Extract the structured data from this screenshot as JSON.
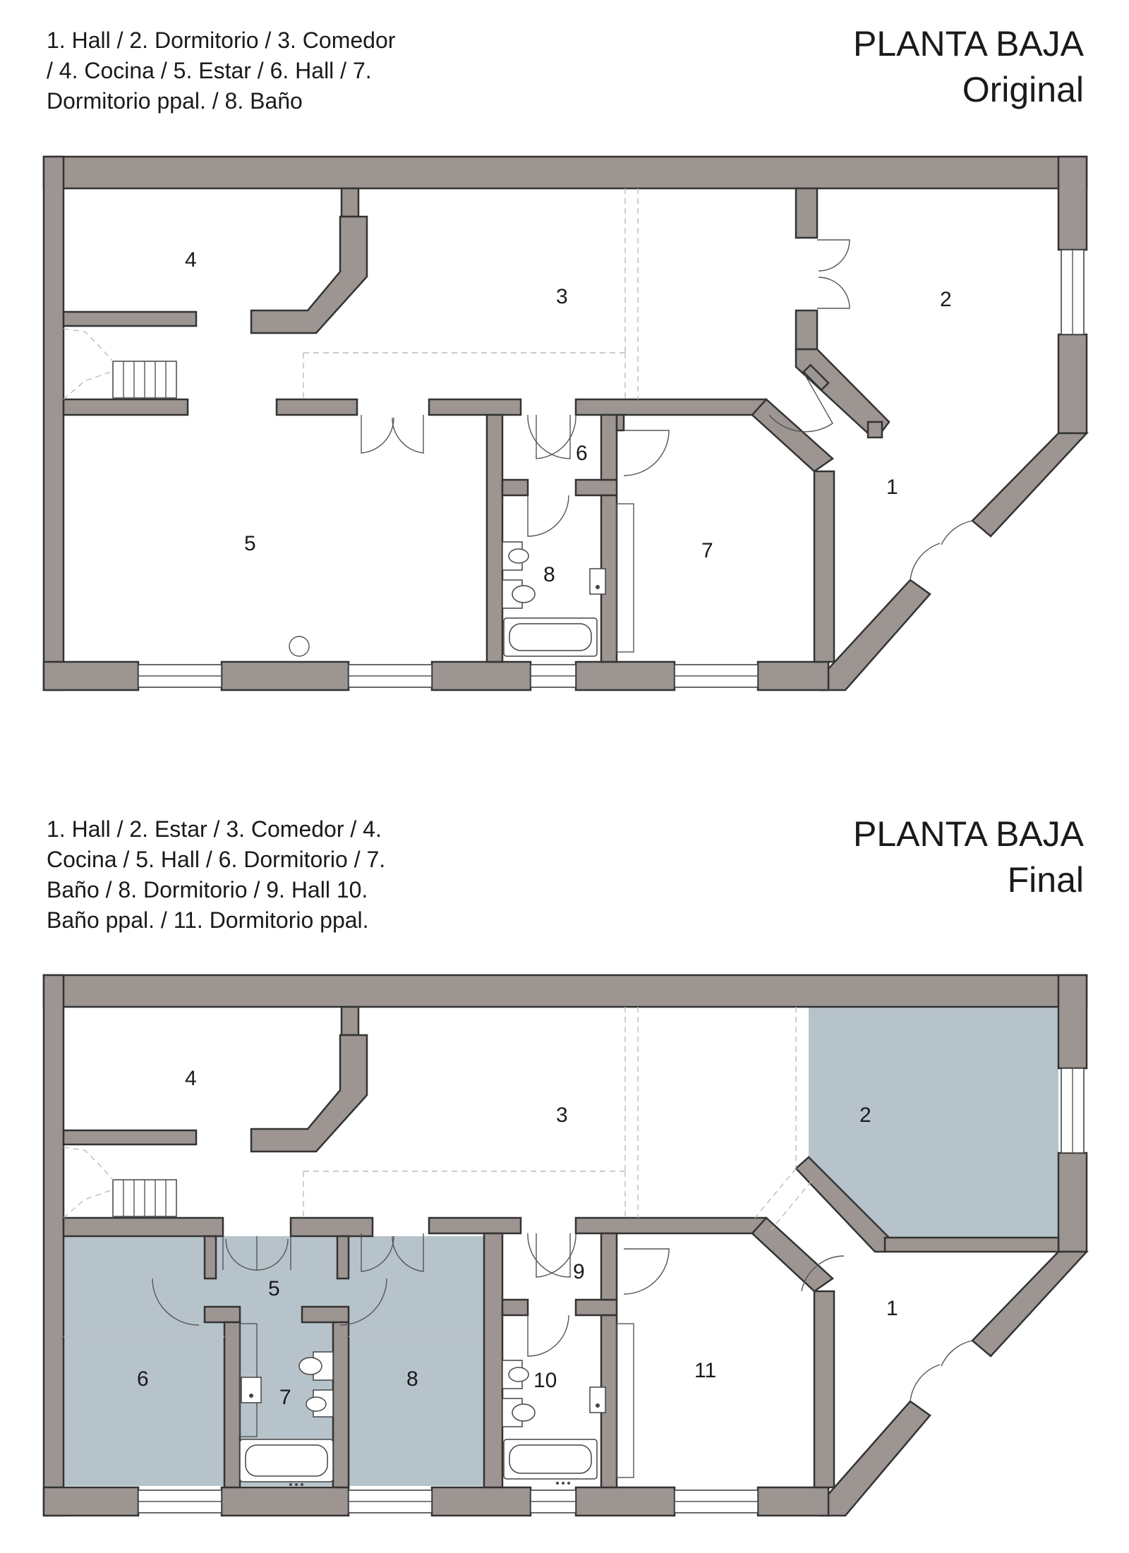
{
  "original": {
    "title": [
      "PLANTA BAJA",
      "Original"
    ],
    "legend_lines": [
      "1. Hall / 2. Dormitorio / 3. Comedor",
      "/ 4. Cocina / 5. Estar / 6. Hall / 7.",
      "Dormitorio ppal. / 8. Baño"
    ],
    "room_numbers": {
      "r1": "1",
      "r2": "2",
      "r3": "3",
      "r4": "4",
      "r5": "5",
      "r6": "6",
      "r7": "7",
      "r8": "8"
    }
  },
  "final": {
    "title": [
      "PLANTA BAJA",
      "Final"
    ],
    "legend_lines": [
      "1. Hall / 2. Estar / 3. Comedor / 4.",
      "Cocina / 5. Hall / 6. Dormitorio / 7.",
      "Baño / 8. Dormitorio / 9. Hall  10.",
      "Baño ppal. / 11. Dormitorio ppal."
    ],
    "room_numbers": {
      "r1": "1",
      "r2": "2",
      "r3": "3",
      "r4": "4",
      "r5": "5",
      "r6": "6",
      "r7": "7",
      "r8": "8",
      "r9": "9",
      "r10": "10",
      "r11": "11"
    },
    "highlight_color": "#b7c3cb"
  },
  "wall_color": "#9c9591"
}
